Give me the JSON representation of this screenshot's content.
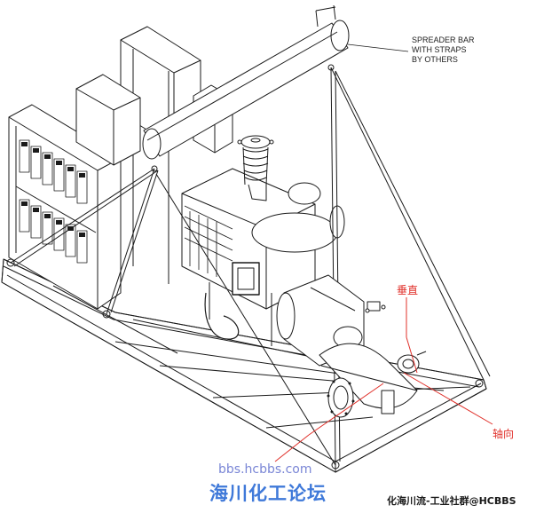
{
  "annotations": {
    "spreader_line1": "SPREADER BAR",
    "spreader_line2": "WITH STRAPS",
    "spreader_line3": "BY OTHERS",
    "vertical": "垂直",
    "axial": "轴向"
  },
  "watermark": {
    "url": "bbs.hcbbs.com",
    "forum": "海川化工论坛",
    "footer": "化海川流-工业社群@HCBBS"
  },
  "colors": {
    "line": "#1a1a1a",
    "annotation_red": "#e0302a",
    "watermark_blue": "#3f79d9"
  }
}
